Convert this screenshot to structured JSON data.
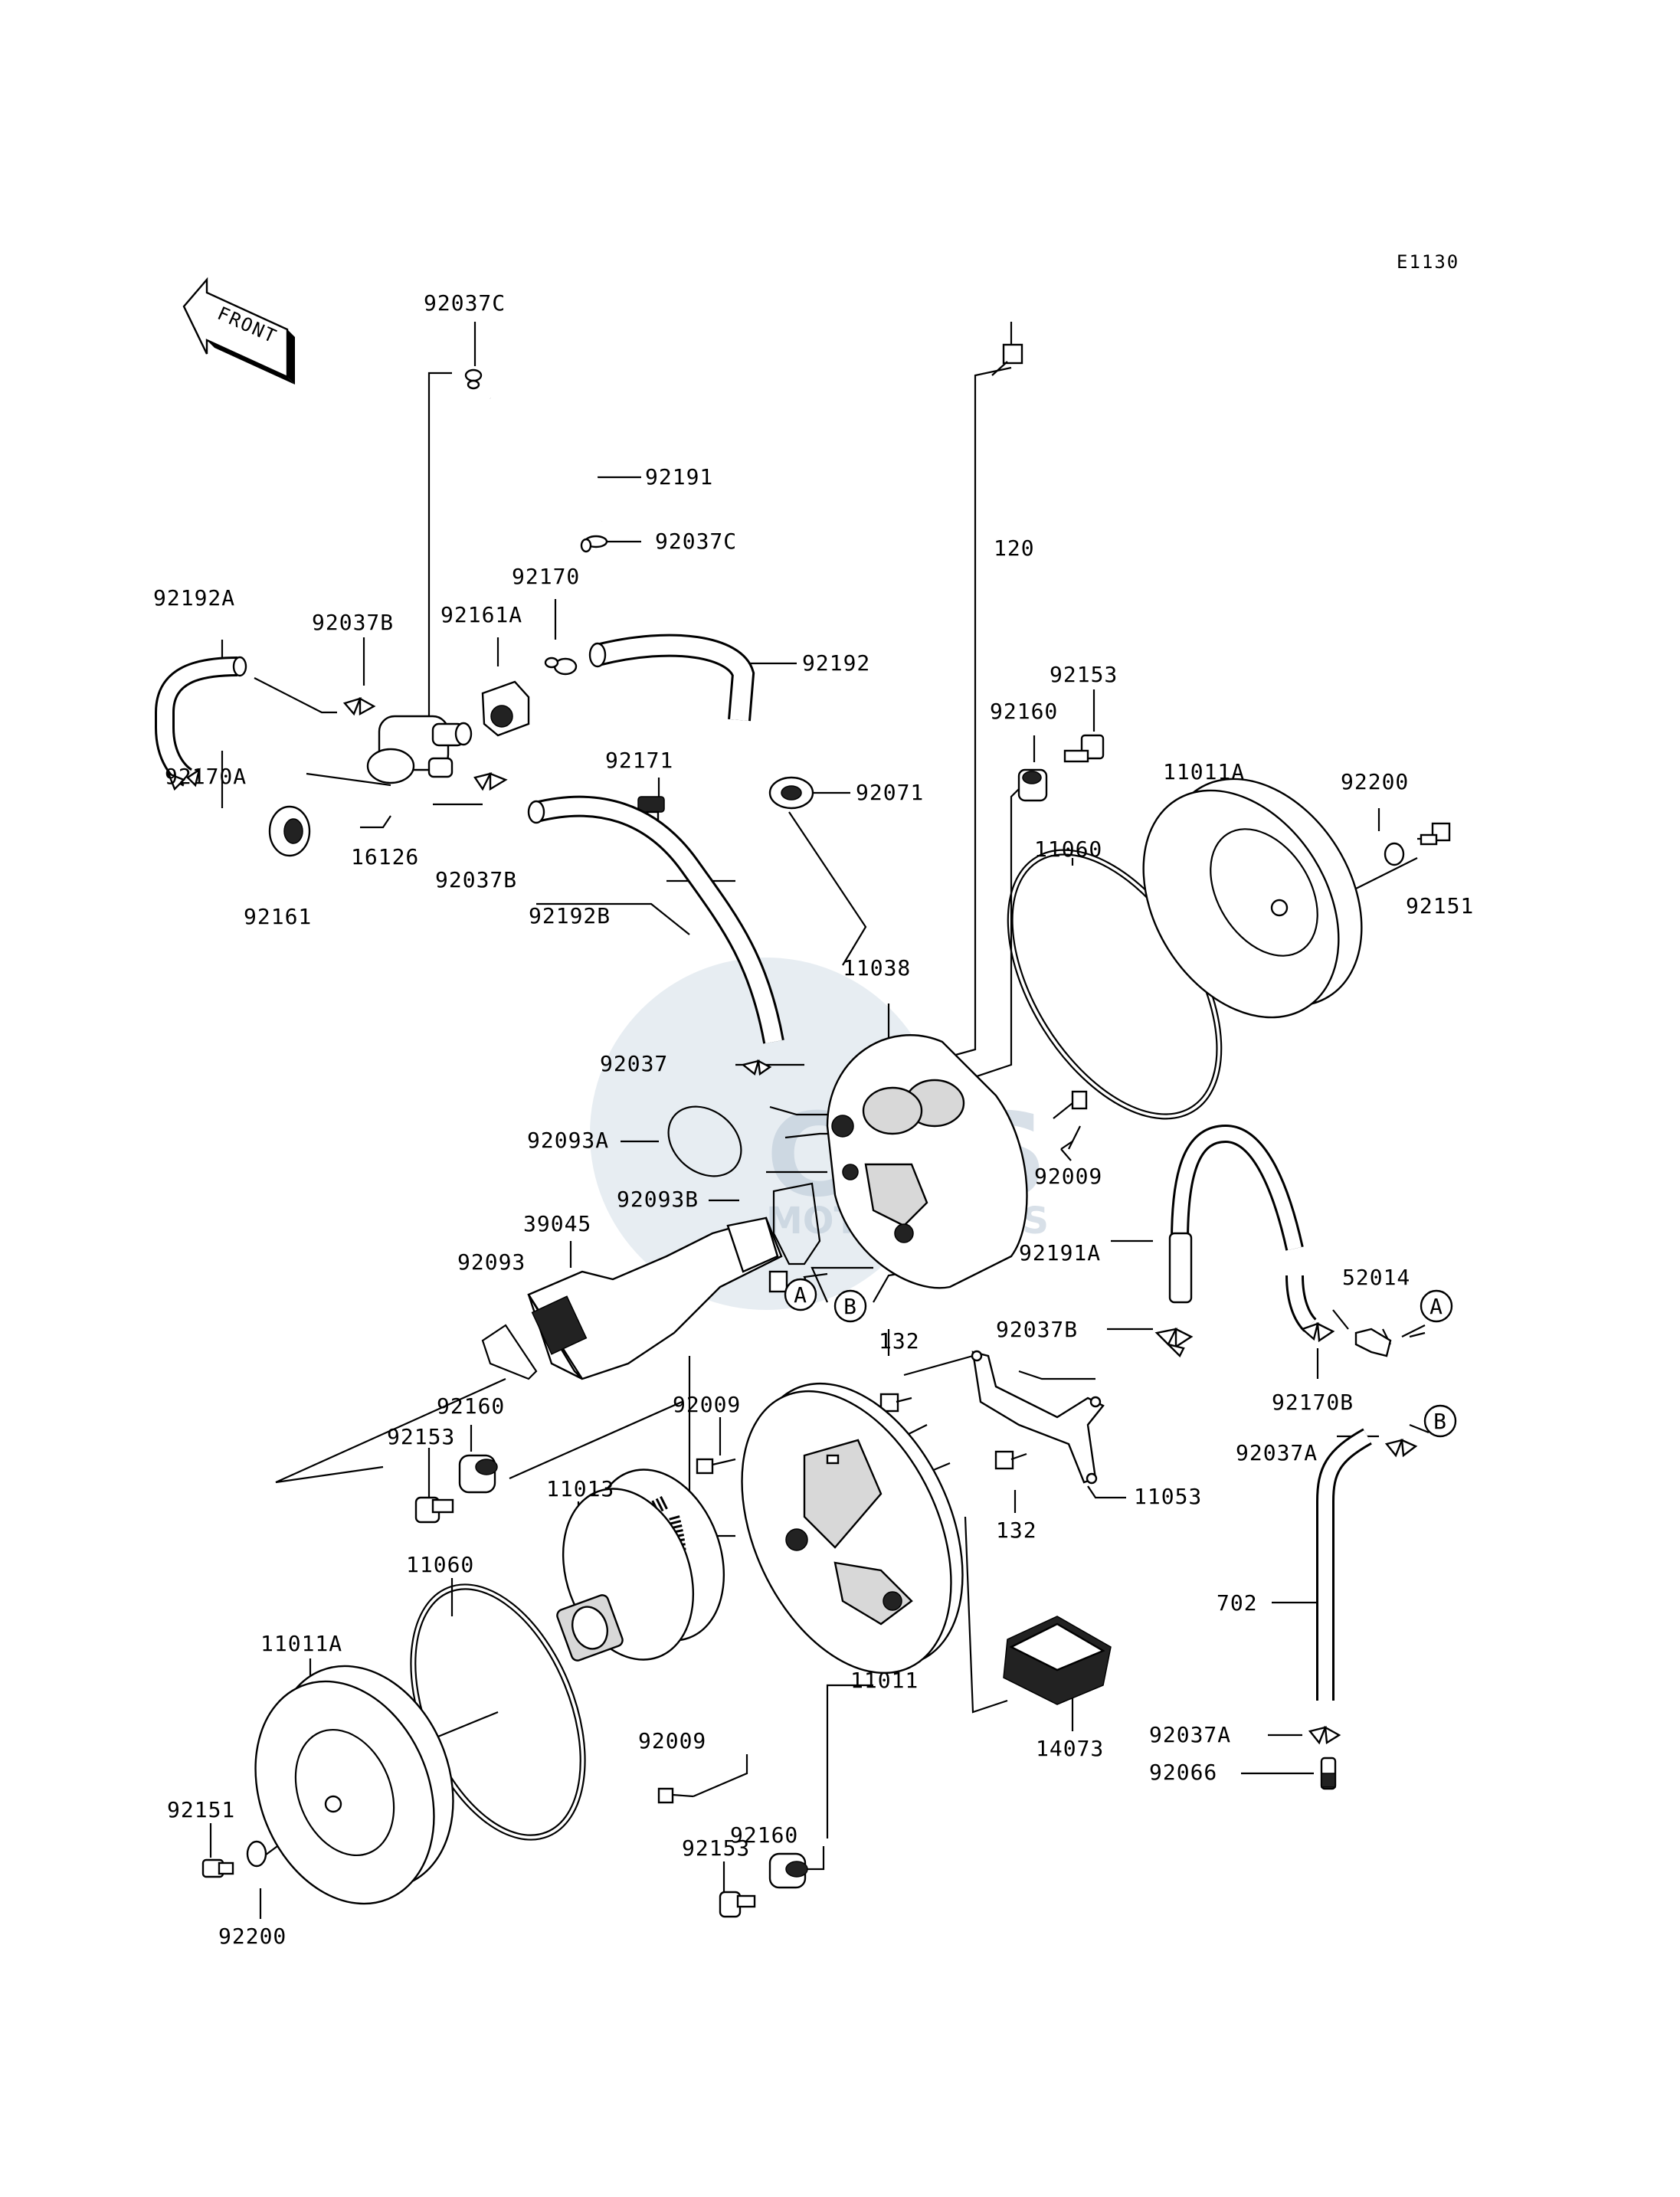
{
  "diagram_code": "E1130",
  "front_label": "FRONT",
  "watermark": {
    "brand": "CMS",
    "sub": "MOTORPARTS"
  },
  "callouts": {
    "p92037C_top": "92037C",
    "p92191": "92191",
    "p92037C_mid": "92037C",
    "p120": "120",
    "p92192A": "92192A",
    "p92037B_a": "92037B",
    "p92161A": "92161A",
    "p92170": "92170",
    "p92192": "92192",
    "p92153_top": "92153",
    "p92160_top": "92160",
    "p92171": "92171",
    "p92071": "92071",
    "p11011A_top": "11011A",
    "p92200_top": "92200",
    "p92170A": "92170A",
    "p16126": "16126",
    "p92037B_b": "92037B",
    "p92151_top": "92151",
    "p11060_top": "11060",
    "p92161": "92161",
    "p92192B": "92192B",
    "p11038": "11038",
    "p92037": "92037",
    "p92093A": "92093A",
    "p92009_r": "92009",
    "p92093B": "92093B",
    "p39045": "39045",
    "p92093": "92093",
    "p92191A": "92191A",
    "p52014": "52014",
    "p92037B_c": "92037B",
    "p132_top": "132",
    "p92170B": "92170B",
    "p92160_l": "92160",
    "p92009_mid": "92009",
    "p92153_l": "92153",
    "p92037A_top": "92037A",
    "p11053": "11053",
    "p11013": "11013",
    "p132_bot": "132",
    "p11060_l": "11060",
    "p702": "702",
    "p11011A_l": "11011A",
    "p11011": "11011",
    "p14073": "14073",
    "p92009_bot": "92009",
    "p92037A_bot": "92037A",
    "p92066": "92066",
    "p92160_bot": "92160",
    "p92151_l": "92151",
    "p92153_bot": "92153",
    "p92200_l": "92200"
  },
  "ref_markers": {
    "A": "A",
    "B": "B"
  }
}
